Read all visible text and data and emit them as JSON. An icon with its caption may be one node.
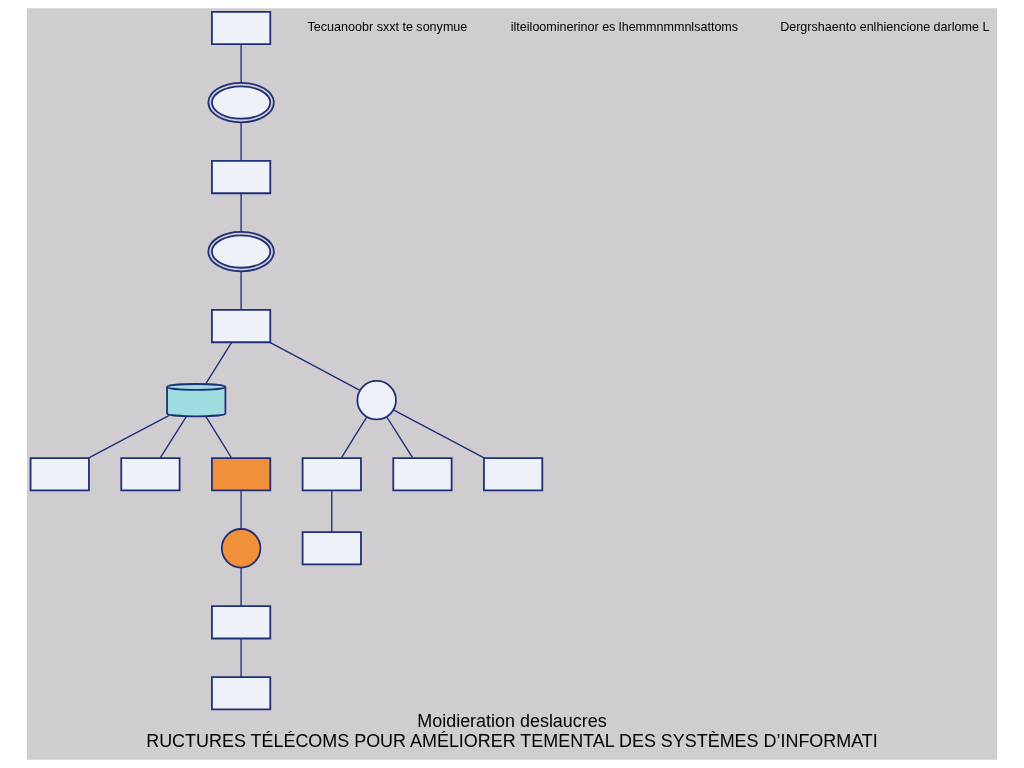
{
  "diagram": {
    "title": "Moidieration deslaucres",
    "caption": "RUCTURES TÉLÉCOMS POUR AMÉLIORER TEMENTAL DES SYSTÈMES D’INFORMATI",
    "nodes": [
      {
        "text": [],
        "shape": "box"
      },
      {
        "text": [],
        "shape": "box"
      },
      {
        "text": [],
        "shape": "box"
      },
      {
        "text": [],
        "shape": "cloud"
      },
      {
        "text": [],
        "shape": "box"
      },
      {
        "text": [],
        "shape": "cloud"
      },
      {
        "text": [],
        "shape": "box"
      },
      {
        "text": [],
        "shape": "cylinder"
      },
      {
        "text": [],
        "shape": "box"
      },
      {
        "text": [],
        "shape": "circle"
      },
      {
        "text": [],
        "shape": "circle"
      },
      {
        "text": [],
        "shape": "box"
      },
      {
        "text": [],
        "shape": "box"
      },
      {
        "text": [],
        "shape": "box"
      },
      {
        "text": [],
        "shape": "box"
      },
      {
        "text": [],
        "shape": "box"
      },
      {
        "text": [],
        "shape": "box"
      }
    ],
    "edges": [
      {
        "from": 2,
        "to": 3,
        "arrow": "none"
      },
      {
        "from": 3,
        "to": 4,
        "arrow": "none"
      },
      {
        "from": 4,
        "to": 5,
        "arrow": "none"
      },
      {
        "from": 5,
        "to": 6,
        "arrow": "none"
      },
      {
        "from": 6,
        "to": 7,
        "arrow": "none"
      },
      {
        "from": 7,
        "to": 8,
        "arrow": "none"
      },
      {
        "from": 8,
        "to": 9,
        "arrow": "none"
      },
      {
        "from": 7,
        "to": 0,
        "arrow": "none"
      },
      {
        "from": 7,
        "to": 1,
        "arrow": "none"
      },
      {
        "from": 6,
        "to": 10,
        "arrow": "none"
      },
      {
        "from": 10,
        "to": 11,
        "arrow": "none"
      },
      {
        "from": 9,
        "to": 12,
        "arrow": "none"
      },
      {
        "from": 11,
        "to": 13,
        "arrow": "none"
      },
      {
        "from": 10,
        "to": 14,
        "arrow": "none"
      },
      {
        "from": 10,
        "to": 15,
        "arrow": "none"
      },
      {
        "from": 12,
        "to": 16,
        "arrow": "none"
      }
    ],
    "labels": [
      "Tecuanoobr sxxt te sonymue",
      "ilteiloominerinor es lhemmnmmnlsattoms",
      "Dergrshaento enlhiencione darlome L"
    ]
  }
}
